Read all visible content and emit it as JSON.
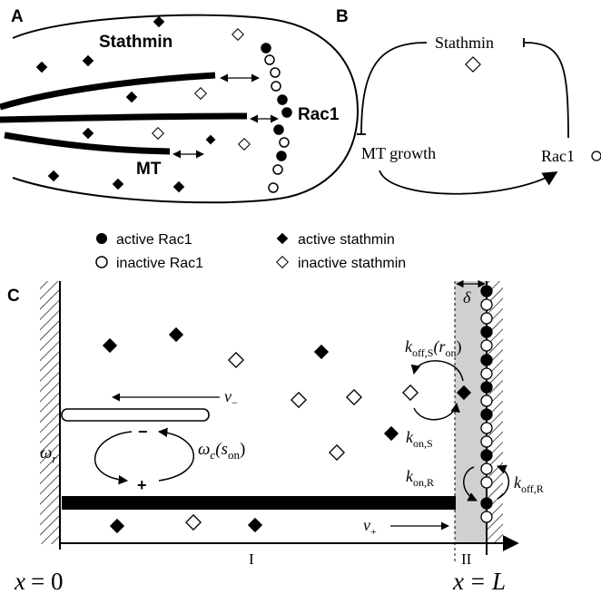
{
  "panels": {
    "a": {
      "label": "A",
      "stathmin_label": "Stathmin",
      "rac1_label": "Rac1",
      "mt_label": "MT"
    },
    "b": {
      "label": "B",
      "stathmin": "Stathmin",
      "mt_growth": "MT growth",
      "rac1": "Rac1"
    },
    "legend": {
      "active_rac1": "active Rac1",
      "inactive_rac1": "inactive Rac1",
      "active_stathmin": "active stathmin",
      "inactive_stathmin": "inactive stathmin"
    },
    "c": {
      "label": "C",
      "delta": "δ",
      "k_off_s_k": "k",
      "k_off_s_sub": "off,S",
      "k_off_s_arg": "(r",
      "k_off_s_arg_sub": "on",
      "k_off_s_close": ")",
      "v_minus": "v",
      "v_minus_sub": "−",
      "minus_sign": "−",
      "plus_sign": "+",
      "omega_r": "ω",
      "omega_r_sub": "r",
      "omega_c": "ω",
      "omega_c_sub": "c",
      "omega_c_arg": "(s",
      "omega_c_arg_sub": "on",
      "omega_c_close": ")",
      "k_on_s_k": "k",
      "k_on_s_sub": "on,S",
      "k_on_r_k": "k",
      "k_on_r_sub": "on,R",
      "k_off_r_k": "k",
      "k_off_r_sub": "off,R",
      "v_plus": "v",
      "v_plus_sub": "+",
      "region_1": "I",
      "region_2": "II",
      "x_zero_left": "x",
      "x_zero_right": "= 0",
      "x_l_left": "x",
      "x_l_right": "= L"
    }
  }
}
